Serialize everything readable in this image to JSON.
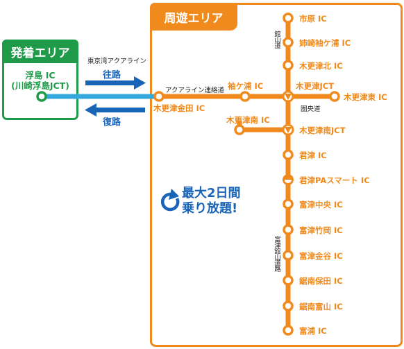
{
  "departure": {
    "title": "発着エリア",
    "station_line1": "浮島 IC",
    "station_line2": "(川崎浮島JCT)"
  },
  "tour": {
    "title": "周遊エリア"
  },
  "connection": {
    "road_name": "東京湾アクアライン",
    "outbound": "往路",
    "inbound": "復路"
  },
  "roads": {
    "aqualine_link": "アクアライン連絡道",
    "tateyama": "館山道",
    "ken_o": "圏央道",
    "futtsu_tateyama": "富津館山道路"
  },
  "nodes": {
    "kisarazu_kaneda": "木更津金田 IC",
    "sodegaura": "袖ケ浦 IC",
    "kisarazu_jct": "木更津JCT",
    "kisarazu_higashi": "木更津東 IC",
    "kisarazu_minami": "木更津南 IC",
    "ichihara": "市原 IC",
    "anegasaki": "姉崎袖ケ浦 IC",
    "kisarazu_kita": "木更津北 IC",
    "kisarazu_minami_jct": "木更津南JCT",
    "kimitsu": "君津 IC",
    "kimitsu_pa": "君津PAスマート IC",
    "futtsu_chuo": "富津中央 IC",
    "futtsu_takeoka": "富津竹岡 IC",
    "futtsu_kanaya": "富津金谷 IC",
    "kyonan_hota": "鋸南保田 IC",
    "kyonan_tomiyama": "鋸南富山 IC",
    "tomiura": "富浦 IC"
  },
  "promo": {
    "line1": "最大2日間",
    "line2": "乗り放題!"
  },
  "colors": {
    "green": "#1e9a48",
    "orange": "#f08a1c",
    "blue": "#1a64b8",
    "aqua": "#35a9dd"
  },
  "icons": [
    "refresh-arrow-icon",
    "junction-triangle-icon",
    "interchange-circle-icon",
    "smart-ic-half-circle-icon",
    "outbound-arrow-icon",
    "inbound-arrow-icon"
  ]
}
